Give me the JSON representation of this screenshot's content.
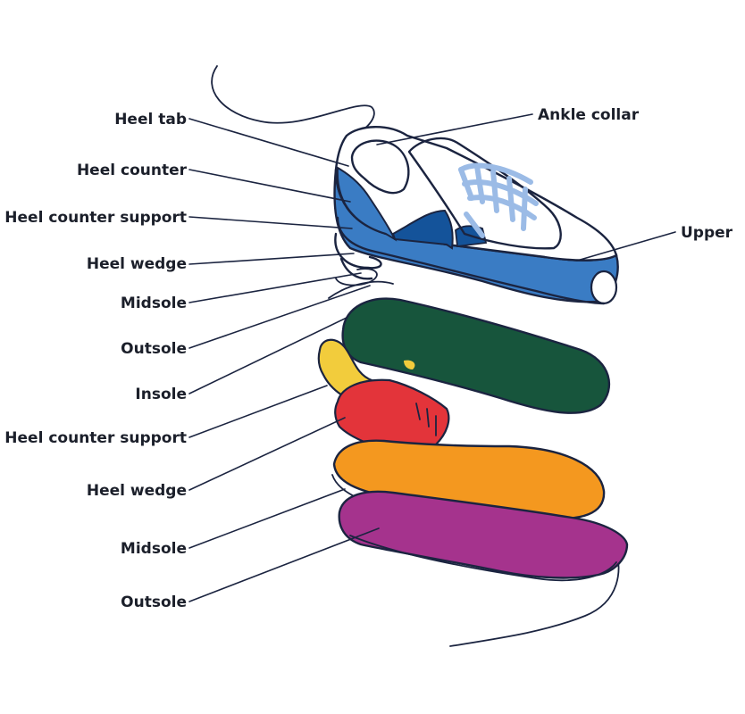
{
  "labels": {
    "heel_tab": "Heel tab",
    "heel_counter": "Heel counter",
    "heel_counter_support_top": "Heel counter support",
    "heel_wedge_top": "Heel wedge",
    "midsole_top": "Midsole",
    "outsole_top": "Outsole",
    "insole": "Insole",
    "heel_counter_support_bottom": "Heel counter support",
    "heel_wedge_bottom": "Heel wedge",
    "midsole_bottom": "Midsole",
    "outsole_bottom": "Outsole",
    "ankle_collar": "Ankle collar",
    "upper": "Upper"
  },
  "colors": {
    "outline": "#1b2440",
    "upper_blue": "#3a7cc4",
    "dark_blue": "#14539a",
    "lace_blue": "#9bbbe6",
    "insole_green": "#17553c",
    "counter_yellow": "#f2cc3c",
    "counter_red": "#e3343a",
    "midsole_orange": "#f4981f",
    "outsole_purple": "#a5338d"
  }
}
